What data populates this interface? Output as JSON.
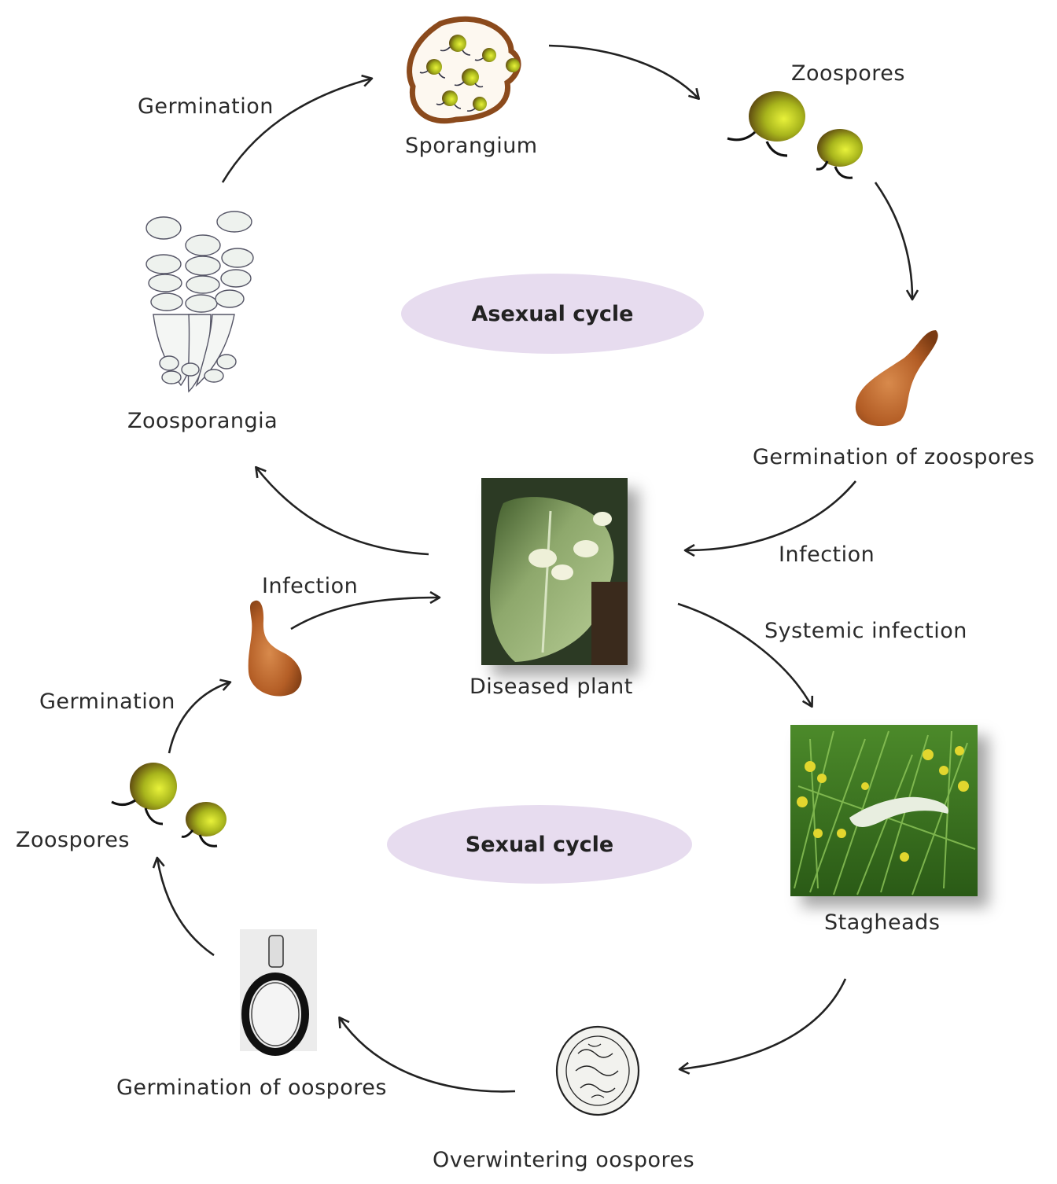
{
  "labels": {
    "sporangium": "Sporangium",
    "zoospores_top": "Zoospores",
    "germination_top": "Germination",
    "zoosporangia": "Zoosporangia",
    "germination_of_zoospores": "Germination of zoospores",
    "infection_right": "Infection",
    "infection_left": "Infection",
    "systemic_infection": "Systemic infection",
    "diseased_plant": "Diseased plant",
    "stagheads": "Stagheads",
    "germination_left": "Germination",
    "zoospores_left": "Zoospores",
    "germination_of_oospores": "Germination of oospores",
    "overwintering_oospores": "Overwintering oospores"
  },
  "cycles": {
    "asexual": "Asexual cycle",
    "sexual": "Sexual cycle"
  },
  "colors": {
    "cycle_fill": "#e7dcef",
    "arrow": "#222222",
    "spore_green": "#8a9a1e",
    "germ_tube_brown": "#b25a24"
  }
}
